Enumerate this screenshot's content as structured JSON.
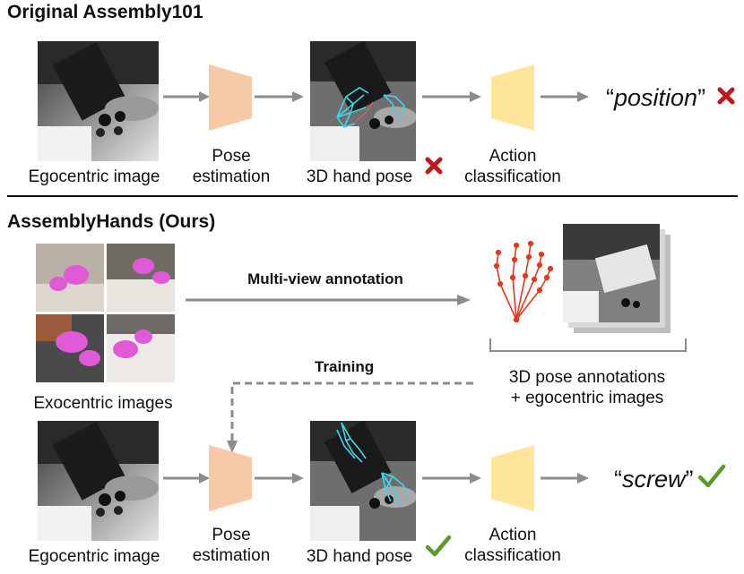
{
  "top": {
    "title": "Original Assembly101",
    "captions": {
      "ego": "Egocentric image",
      "pose_line1": "Pose",
      "pose_line2": "estimation",
      "hand": "3D hand pose",
      "action_line1": "Action",
      "action_line2": "classification"
    },
    "result": {
      "open": "“",
      "word": "position",
      "close": "”"
    }
  },
  "bottom": {
    "title": "AssemblyHands (Ours)",
    "exo_caption": "Exocentric images",
    "multiview_label": "Multi-view annotation",
    "training_label": "Training",
    "annot_line1": "3D pose annotations",
    "annot_line2": "+ egocentric images",
    "captions": {
      "ego": "Egocentric image",
      "pose_line1": "Pose",
      "pose_line2": "estimation",
      "hand": "3D hand pose",
      "action_line1": "Action",
      "action_line2": "classification"
    },
    "result": {
      "open": "“",
      "word": "screw",
      "close": "”"
    }
  },
  "colors": {
    "pose_block": "#f8c9a8",
    "action_block": "#fde59a",
    "arrow": "#8c8c8c",
    "cross": "#c0191d",
    "check": "#5a9a2a",
    "hand_skeleton": "#3fd7e8",
    "annot_skeleton": "#e8371a",
    "exo_hand": "#e05ad8"
  },
  "icons": {
    "wrong": "cross-icon",
    "right": "check-icon"
  }
}
